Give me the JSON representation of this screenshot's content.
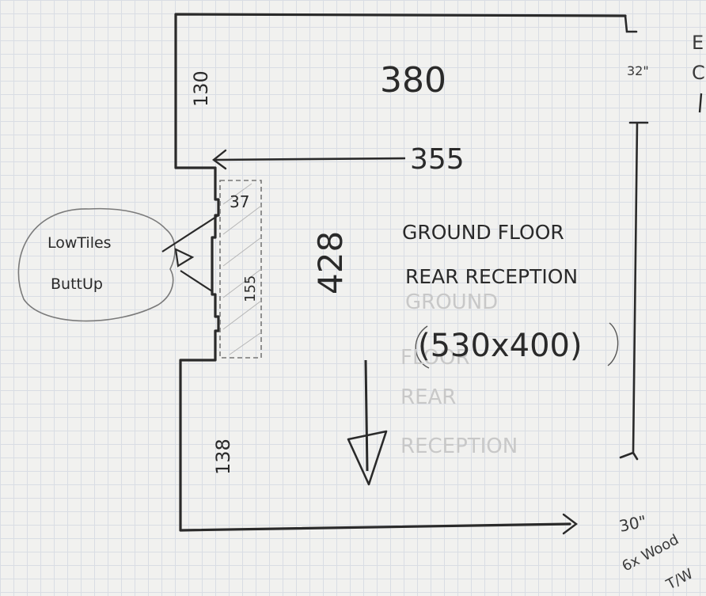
{
  "labels": {
    "top_width": "380",
    "upper_left_wall": "130",
    "notch_width": "355",
    "tile_small": "37",
    "tile_large": "155",
    "room_depth": "428",
    "lower_left_wall": "138",
    "room_name_line1": "GROUND FLOOR",
    "room_name_line2": "REAR RECEPTION",
    "room_size": "(530x400)",
    "ghost_line1": "GROUND",
    "ghost_line2": "FLOOR",
    "ghost_line3": "REAR",
    "ghost_line4": "RECEPTION",
    "callout_line1": "LowTiles",
    "callout_line2": "ButtUp",
    "right_top_measure": "32\"",
    "right_bottom_measure": "30\"",
    "wood_note_line1": "6x Wood",
    "wood_note_line2": "T/W",
    "edge_e": "E",
    "edge_c": "C"
  },
  "colors": {
    "ink": "#2a2a2a",
    "grid": "#d9dde4",
    "paper": "#f1f1ef"
  }
}
